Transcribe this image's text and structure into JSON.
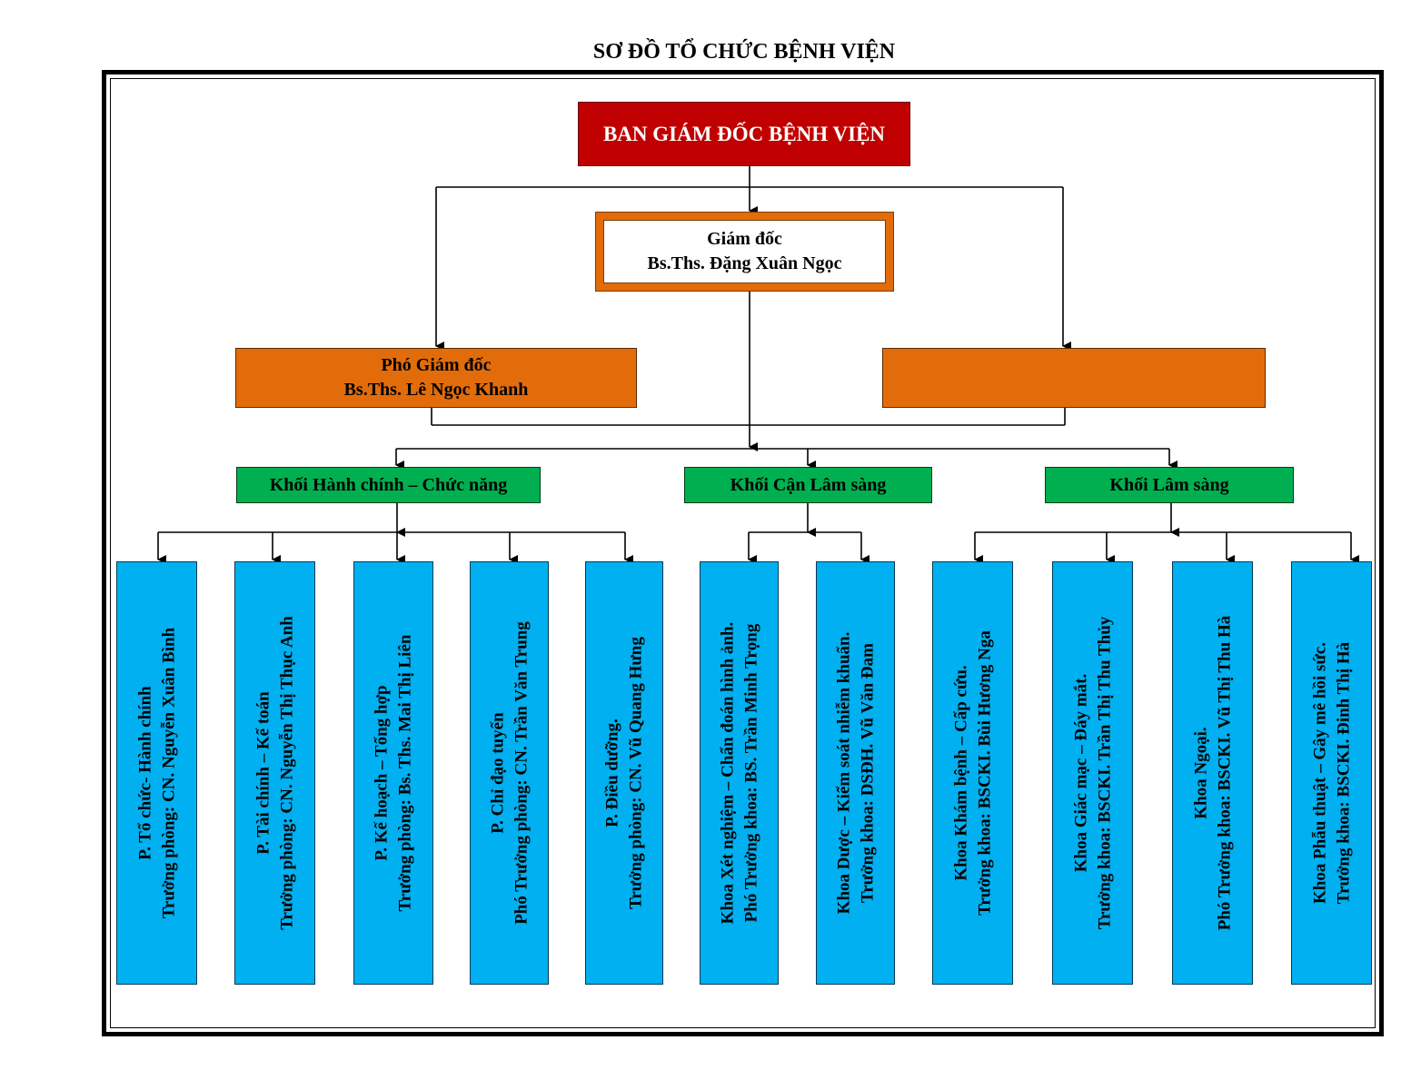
{
  "title": "SƠ ĐỒ TỔ CHỨC BỆNH VIỆN",
  "colors": {
    "board": "#c00000",
    "management": "#e36c0a",
    "block": "#00b050",
    "unit": "#00b0f0"
  },
  "board": {
    "label": "BAN GIÁM ĐỐC BỆNH VIỆN"
  },
  "director": {
    "role": "Giám đốc",
    "name": "Bs.Ths. Đặng Xuân Ngọc"
  },
  "vice_left": {
    "role": "Phó Giám đốc",
    "name": "Bs.Ths. Lê Ngọc Khanh"
  },
  "vice_right": {
    "role": "",
    "name": ""
  },
  "blocks": [
    {
      "label": "Khối Hành chính – Chức năng"
    },
    {
      "label": "Khối Cận Lâm sàng"
    },
    {
      "label": "Khối Lâm sàng"
    }
  ],
  "units": [
    {
      "line1": "P. Tổ chức- Hành chính",
      "line2": "Trưởng phòng: CN. Nguyễn Xuân Bình"
    },
    {
      "line1": "P. Tài chính – Kế toán",
      "line2": "Trưởng phòng: CN. Nguyễn Thị Thục Anh"
    },
    {
      "line1": "P. Kế hoạch – Tổng hợp",
      "line2": "Trưởng phòng: Bs. Ths. Mai Thị Liên"
    },
    {
      "line1": "P. Chỉ đạo tuyến",
      "line2": "Phó Trưởng phòng: CN. Trần Văn Trung"
    },
    {
      "line1": "P. Điều dưỡng.",
      "line2": "Trưởng phòng: CN. Vũ Quang Hưng"
    },
    {
      "line1": "Khoa Xét nghiệm – Chẩn đoán hình ảnh.",
      "line2": "Phó Trưởng khoa: BS. Trần Minh Trọng"
    },
    {
      "line1": "Khoa Dược – Kiểm soát nhiễm khuẩn.",
      "line2": "Trưởng khoa: DSĐH. Vũ Văn Đam"
    },
    {
      "line1": "Khoa Khám bệnh – Cấp cứu.",
      "line2": "Trưởng khoa: BSCKI. Bùi Hương Nga"
    },
    {
      "line1": "Khoa Giác mạc – Đáy mắt.",
      "line2": "Trưởng khoa: BSCKI. Trần Thị Thu Thủy"
    },
    {
      "line1": "Khoa Ngoại.",
      "line2": "Phó Trưởng khoa: BSCKI. Vũ Thị Thu Hà"
    },
    {
      "line1": "Khoa Phẫu thuật – Gây mê hồi sức.",
      "line2": "Trưởng khoa: BSCKI. Đinh Thị Hà"
    }
  ]
}
